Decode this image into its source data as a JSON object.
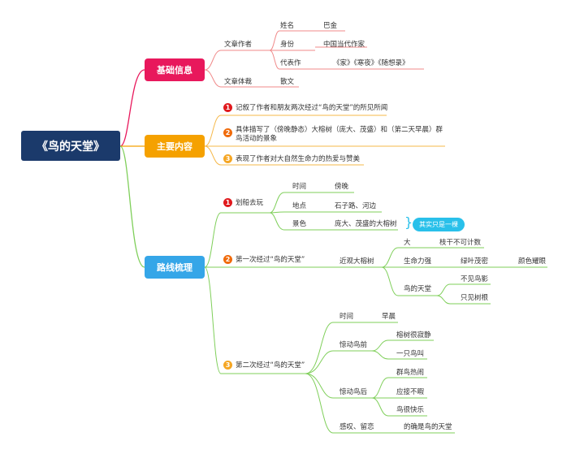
{
  "root": {
    "title": "《鸟的天堂》"
  },
  "colors": {
    "root": "#1b3a6b",
    "basic": "#e8185c",
    "content": "#f5a100",
    "route": "#35a6e8",
    "num_red": "#e0191d",
    "num_orange": "#f06a0a",
    "num_yellow": "#f5a623",
    "pill": "#29c0ea"
  },
  "basic": {
    "label": "基础信息",
    "author": {
      "label": "文章作者",
      "name_key": "姓名",
      "name_val": "巴金",
      "identity_key": "身份",
      "identity_val": "中国当代作家",
      "works_key": "代表作",
      "works_val": "《家》《寒夜》《随想录》"
    },
    "genre": {
      "label": "文章体裁",
      "value": "散文"
    }
  },
  "content": {
    "label": "主要内容",
    "items": [
      {
        "num": "1",
        "text": "记叙了作者和朋友两次经过“鸟的天堂”的所见所闻"
      },
      {
        "num": "2",
        "text": "具体描写了（傍晚静态）大榕树（庞大、茂盛）和（第二天早晨）群鸟活动的景象"
      },
      {
        "num": "3",
        "text": "表现了作者对大自然生命力的热爱与赞美"
      }
    ]
  },
  "route": {
    "label": "路线梳理",
    "boat": {
      "num": "1",
      "label": "划船去玩",
      "time_key": "时间",
      "time_val": "傍晚",
      "place_key": "地点",
      "place_val": "石子路、河边",
      "scene_key": "景色",
      "scene_val": "庞大、茂盛的大榕树",
      "note": "其实只是一棵"
    },
    "first": {
      "num": "2",
      "label": "第一次经过“鸟的天堂”",
      "view": "近观大榕树",
      "big_key": "大",
      "big_val": "枝干不可计数",
      "life_key": "生命力强",
      "life_val1": "绿叶茂密",
      "life_val2": "颜色耀眼",
      "heaven_key": "鸟的天堂",
      "heaven_val1": "不见鸟影",
      "heaven_val2": "只见树根"
    },
    "second": {
      "num": "3",
      "label": "第二次经过“鸟的天堂”",
      "time_key": "时间",
      "time_val": "早晨",
      "before_key": "惊动鸟前",
      "before_val1": "榕树很寂静",
      "before_val2": "一只鸟叫",
      "after_key": "惊动鸟后",
      "after_val1": "群鸟热闹",
      "after_val2": "应接不暇",
      "after_val3": "鸟很快乐",
      "sigh_key": "感叹、留恋",
      "sigh_val": "的确是鸟的天堂"
    }
  }
}
